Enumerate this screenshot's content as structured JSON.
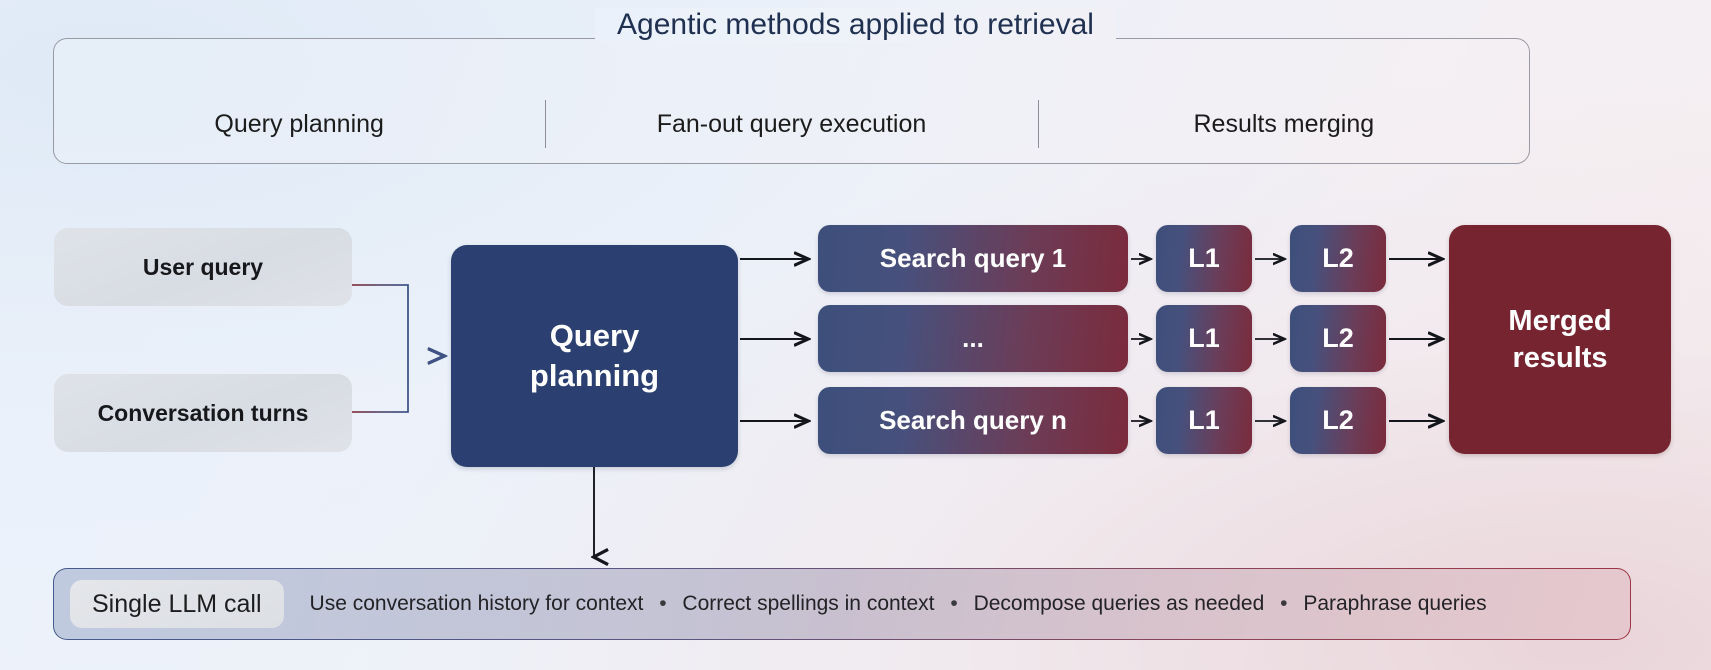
{
  "panel": {
    "title": "Agentic methods applied to retrieval",
    "phases": [
      {
        "label": "Query planning"
      },
      {
        "label": "Fan-out query execution"
      },
      {
        "label": "Results merging"
      }
    ]
  },
  "inputs": [
    {
      "label": "User query"
    },
    {
      "label": "Conversation turns"
    }
  ],
  "planner": {
    "line1": "Query",
    "line2": "planning"
  },
  "pipeline": {
    "rows": [
      {
        "query": "Search query 1",
        "l1": "L1",
        "l2": "L2"
      },
      {
        "query": "...",
        "l1": "L1",
        "l2": "L2"
      },
      {
        "query": "Search query n",
        "l1": "L1",
        "l2": "L2"
      }
    ]
  },
  "merged": {
    "line1": "Merged",
    "line2": "results"
  },
  "bottom": {
    "pill_label": "Single LLM call",
    "features": [
      "Use conversation history for context",
      "Correct spellings in context",
      "Decompose queries as needed",
      "Paraphrase queries"
    ],
    "separator": "•"
  },
  "colors": {
    "planner_navy": "#2b4070",
    "merged_maroon": "#76242f",
    "gradient_start": "#3d4f7c",
    "gradient_end": "#7b2b3c",
    "title_text": "#1f3050",
    "panel_border": "#9a9aa4"
  }
}
